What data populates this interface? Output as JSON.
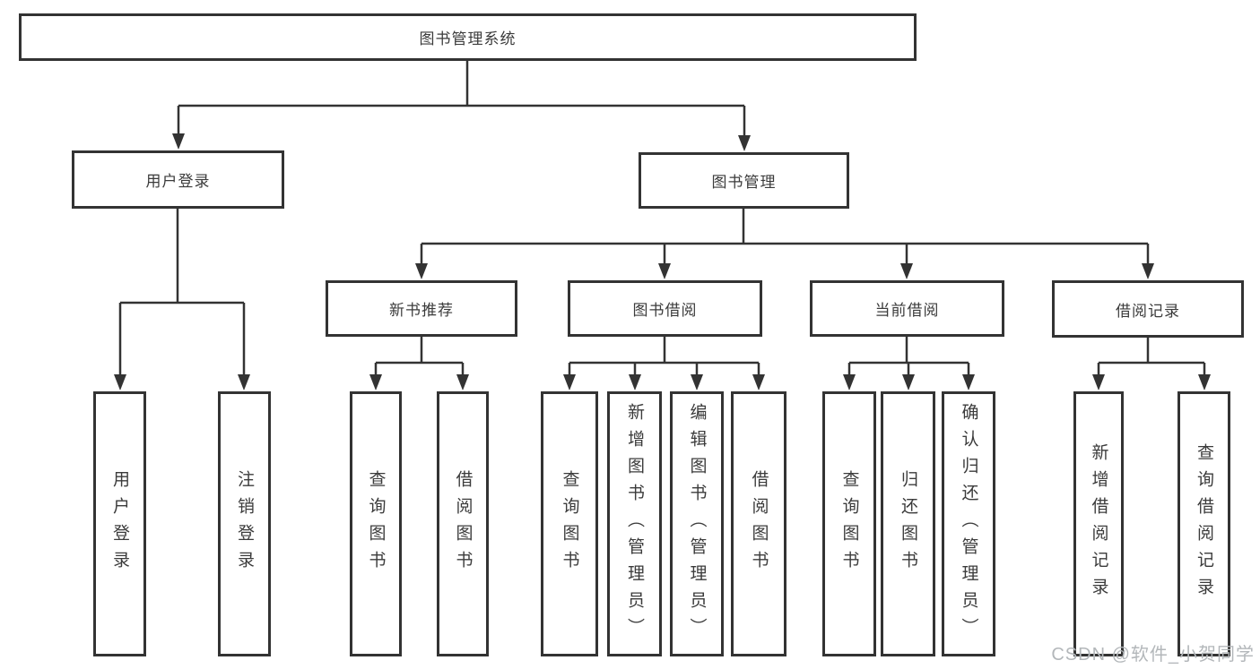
{
  "diagram": {
    "root": "图书管理系统",
    "branches": [
      {
        "label": "用户登录",
        "children": [
          "用户登录",
          "注销登录"
        ]
      },
      {
        "label": "图书管理",
        "groups": [
          {
            "label": "新书推荐",
            "children": [
              "查询图书",
              "借阅图书"
            ]
          },
          {
            "label": "图书借阅",
            "children": [
              "查询图书",
              "新增图书（管理员）",
              "编辑图书（管理员）",
              "借阅图书"
            ]
          },
          {
            "label": "当前借阅",
            "children": [
              "查询图书",
              "归还图书",
              "确认归还（管理员）"
            ]
          },
          {
            "label": "借阅记录",
            "children": [
              "新增借阅记录",
              "查询借阅记录"
            ]
          }
        ]
      }
    ]
  },
  "watermark": "CSDN @软件_小贺同学",
  "colors": {
    "line": "#333333",
    "text": "#3b3b3b",
    "watermark": "#b3b7ba",
    "background": "#ffffff"
  }
}
